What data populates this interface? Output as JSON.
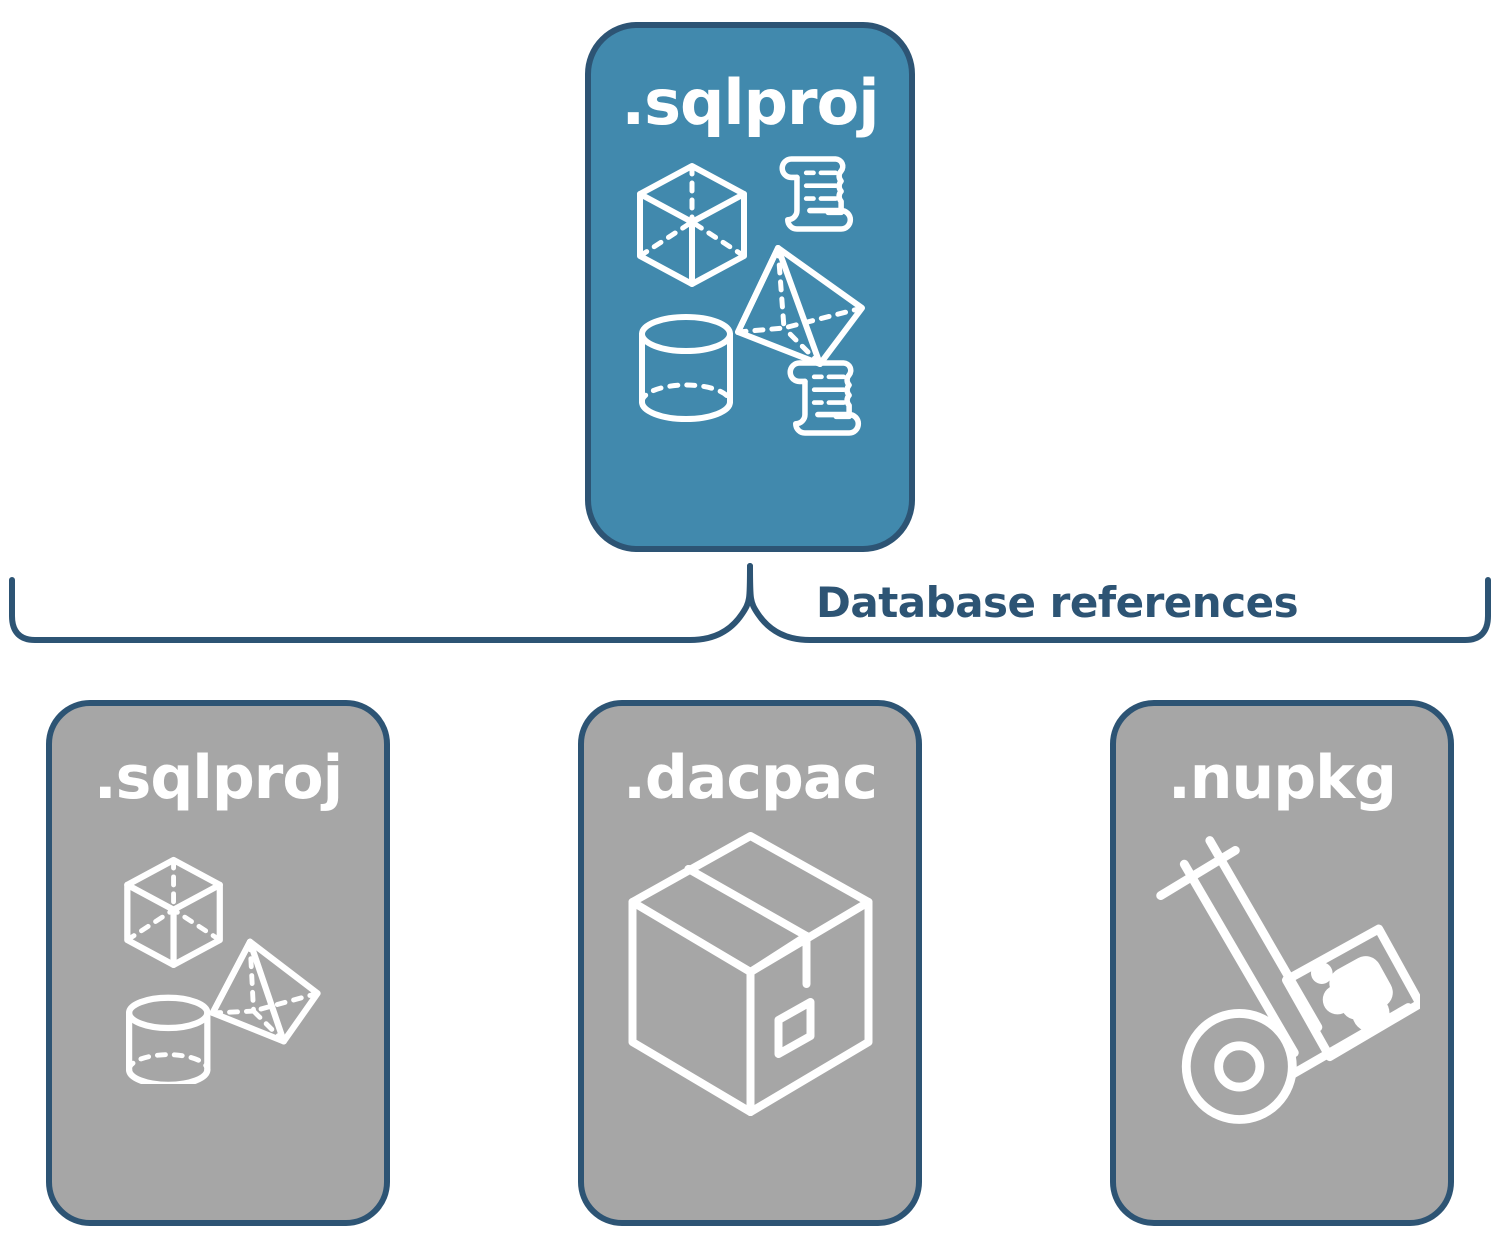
{
  "diagram": {
    "title_implicit": "",
    "colors": {
      "accent_blue": "#4189AD",
      "card_gray": "#A6A6A6",
      "outline_navy": "#2D5474",
      "icon_white": "#FFFFFF",
      "background": "#FFFFFF"
    },
    "connector": {
      "label": "Database references",
      "style": "curly-brace",
      "color": "#2D5474"
    },
    "root_node": {
      "title": ".sqlproj",
      "fill": "#4189AD",
      "icons": [
        "wireframe-cube-icon",
        "scroll-icon",
        "wireframe-pyramid-icon",
        "wireframe-cylinder-icon",
        "scroll-icon"
      ]
    },
    "reference_nodes": [
      {
        "title": ".sqlproj",
        "fill": "#A6A6A6",
        "icons": [
          "wireframe-cube-icon",
          "wireframe-pyramid-icon",
          "wireframe-cylinder-icon"
        ]
      },
      {
        "title": ".dacpac",
        "fill": "#A6A6A6",
        "icons": [
          "cardboard-box-icon"
        ]
      },
      {
        "title": ".nupkg",
        "fill": "#A6A6A6",
        "icons": [
          "hand-truck-package-icon"
        ]
      }
    ]
  }
}
